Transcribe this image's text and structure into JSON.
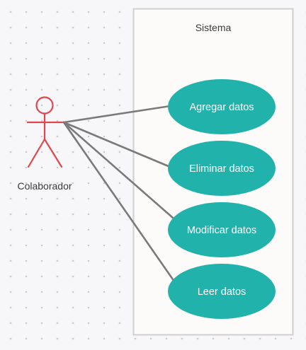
{
  "diagram": {
    "system": {
      "label": "Sistema"
    },
    "actor": {
      "label": "Colaborador"
    },
    "use_cases": [
      {
        "label": "Agregar datos"
      },
      {
        "label": "Eliminar datos"
      },
      {
        "label": "Modificar datos"
      },
      {
        "label": "Leer datos"
      }
    ]
  },
  "colors": {
    "system_fill": "#fcfbf9",
    "system_border": "#cfcfcf",
    "actor_stroke": "#e0474c",
    "use_case_fill": "#22b2ac",
    "use_case_text": "#ffffff",
    "association_line": "#7a7a7a"
  }
}
